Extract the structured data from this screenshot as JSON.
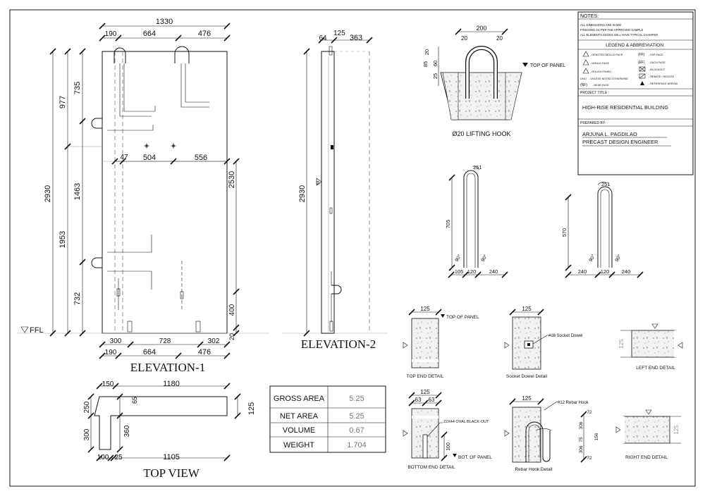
{
  "notes": {
    "title": "NOTES:",
    "lines": [
      "ALL DIMENSIONS ARE IN MM",
      "FINISHING AS PER THE APPROVED SAMPLE",
      "ALL ELEMENTS EDGES WILL HAVE TYPICAL CHAMFER"
    ],
    "legend_title": "LEGEND & ABBREVIATION:",
    "legend_left": [
      "- DENOTES MOULD FACE",
      "- MOULD FACE",
      "- ROUGH FINISH",
      "- UNLESS NOTED OTHERWISE",
      "- NEAR FACE"
    ],
    "legend_left_abbr": [
      "",
      "",
      "",
      "UNO",
      "(NF)"
    ],
    "legend_right": [
      "- FAR FACE",
      "- EACH FACE",
      "- BLOCKOUT",
      "- REBATE / RECESS",
      "- REFERENCE ARROW"
    ],
    "legend_right_abbr": [
      "(FF)",
      "(EF)",
      "",
      "",
      ""
    ],
    "project_title_label": "PROJECT TITLE :",
    "project_title": "HIGH-RISE RESIDENTIAL BUILDING",
    "prepared_label": "PREPARED BY:",
    "prepared_name": "ARJUNA L. PAGDILAO",
    "prepared_role": "PRECAST DESIGN ENGINEER"
  },
  "elevation1": {
    "label": "ELEVATION-1",
    "dims": {
      "top_total": "1330",
      "top_a": "190",
      "top_b": "664",
      "top_c": "476",
      "left_977": "977",
      "left_735": "735",
      "left_2930": "2930",
      "left_1463": "1463",
      "left_1953": "1953",
      "left_732": "732",
      "right_2530": "2530",
      "right_400": "400",
      "right_20": "20",
      "mid_47": "47",
      "mid_504": "504",
      "mid_556": "556",
      "bot_300": "300",
      "bot_728": "728",
      "bot_302": "302",
      "bot_190": "190",
      "bot_664": "664",
      "bot_476": "476"
    },
    "ffl": "FFL"
  },
  "elevation2": {
    "label": "ELEVATION-2",
    "dims": {
      "a": "64",
      "b": "125",
      "c": "363",
      "h": "2930"
    }
  },
  "top_view": {
    "label": "TOP VIEW",
    "dims": {
      "d150": "150",
      "d1180": "1180",
      "d250": "250",
      "d65": "65",
      "d125": "125",
      "d300": "300",
      "d360": "360",
      "d100": "100",
      "d25": "25",
      "d1105": "1105"
    }
  },
  "area_table": [
    {
      "label": "GROSS AREA",
      "value": "5.25"
    },
    {
      "label": "NET AREA",
      "value": "5.25"
    },
    {
      "label": "VOLUME",
      "value": "0.67"
    },
    {
      "label": "WEIGHT",
      "value": "1.704"
    }
  ],
  "lifting_hook": {
    "title": "Ø20 LIFTING HOOK",
    "dims": {
      "w": "200",
      "r1": "20",
      "r2": "20",
      "a": "20",
      "b": "60",
      "c": "85",
      "d": "25"
    },
    "top_label": "TOP OF PANEL"
  },
  "hook_a": {
    "r": "251",
    "h": "705",
    "b1": "105",
    "b2": "120",
    "b3": "240",
    "a1": "90°",
    "a2": "90°"
  },
  "hook_b": {
    "r": "251",
    "h": "570",
    "b1": "240",
    "b2": "120",
    "b3": "240",
    "a1": "90°",
    "a2": "90°"
  },
  "details": {
    "top_end": {
      "label": "TOP END DETAIL",
      "dim": "125",
      "note": "TOP OF PANEL"
    },
    "socket": {
      "label": "Socket Dowel Detail",
      "dim": "125",
      "note": "#16 Socket Dowel"
    },
    "left_end": {
      "label": "LEFT END DETAIL",
      "dim": "125"
    },
    "bottom_end": {
      "label": "BOTTOM END DETAIL",
      "dim": "125",
      "d1": "63",
      "d2": "63",
      "note": "22X44 OVAL BLACK-OUT",
      "d3": "100",
      "bot": "BOT. OF PANEL"
    },
    "rebar_hook": {
      "label": "Rebar Hook Detail",
      "dim": "125",
      "note": "#12 Rebar Hook",
      "d1": "72",
      "d2": "306",
      "d3": "75",
      "d4": "306",
      "d5": "156",
      "d6": "72"
    },
    "right_end": {
      "label": "RIGHT END DETAIL",
      "dim": "125"
    }
  }
}
